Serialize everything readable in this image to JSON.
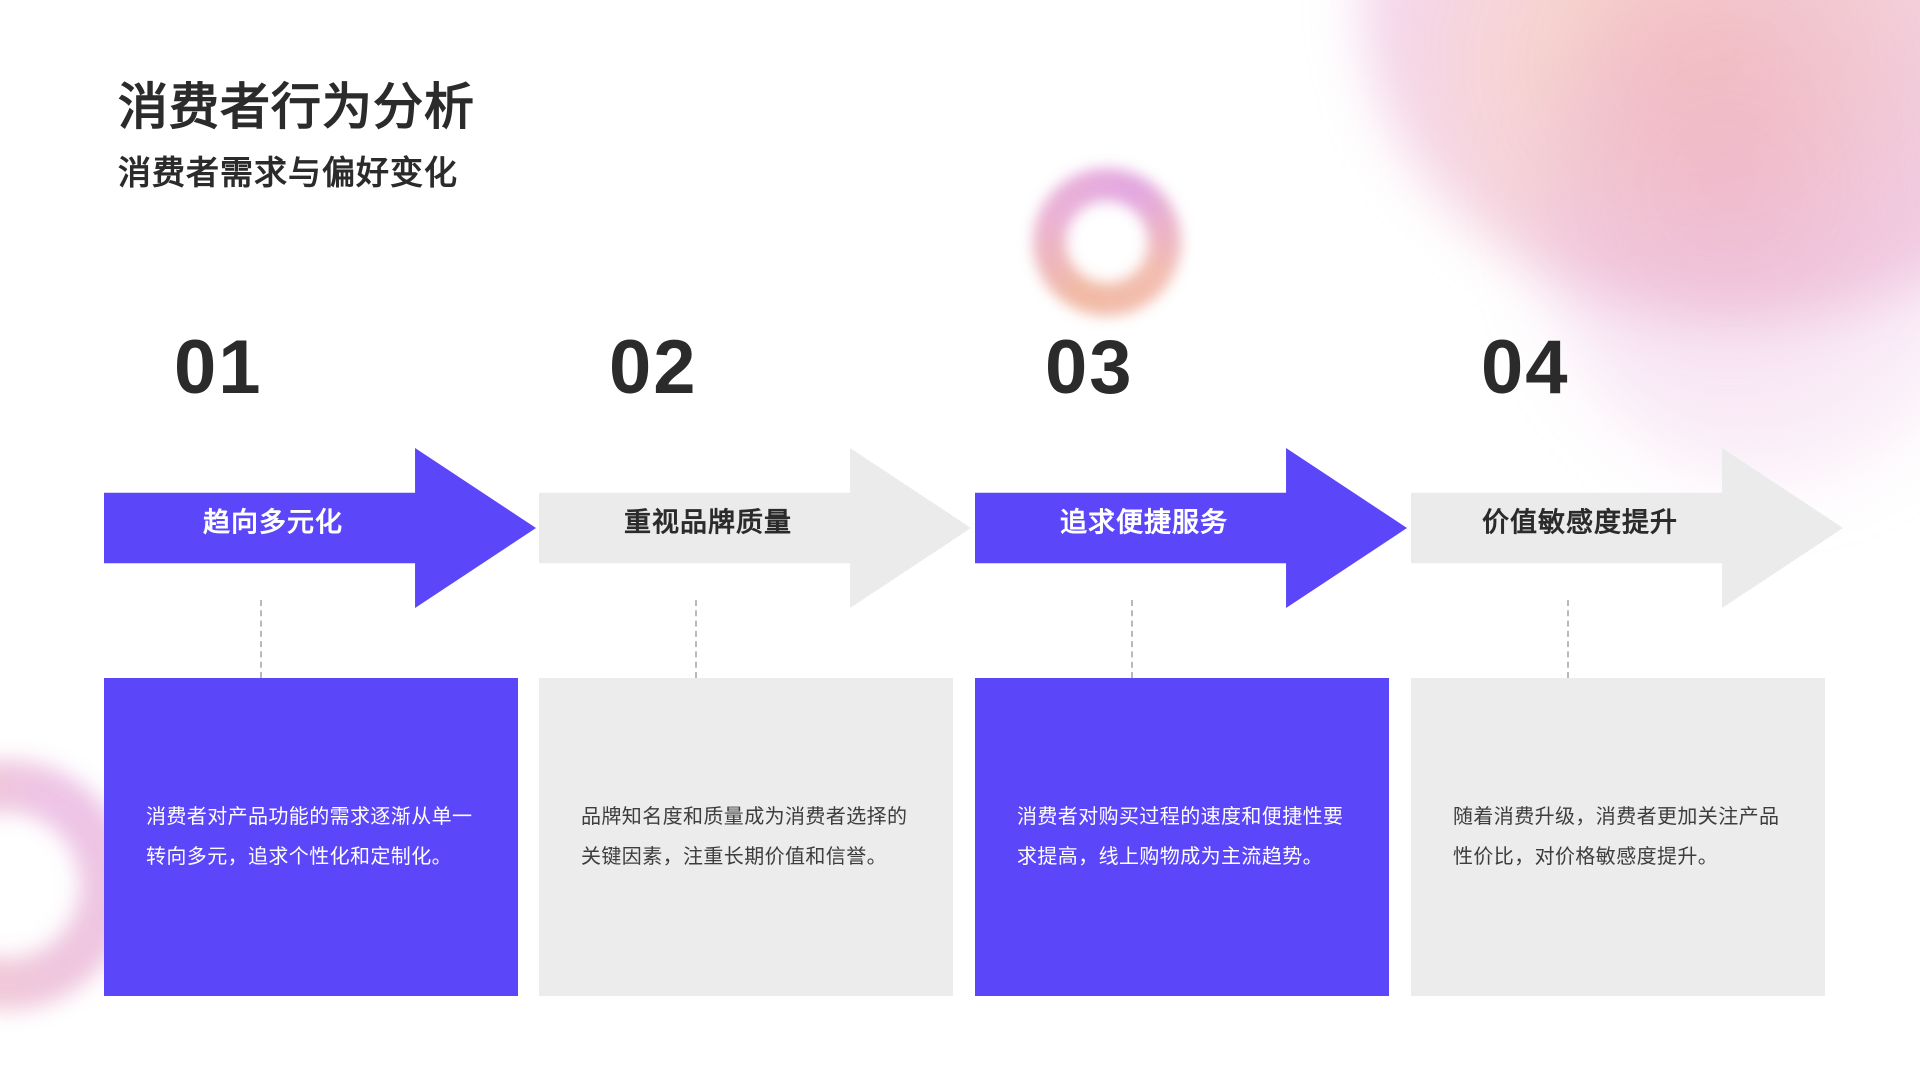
{
  "header": {
    "title": "消费者行为分析",
    "subtitle": "消费者需求与偏好变化"
  },
  "colors": {
    "accent": "#5B46FA",
    "muted": "#ECECEC",
    "arrow_muted": "#EBEBEB",
    "text_dark": "#2B2B2B",
    "text_body": "#3D3D3D",
    "text_on_accent": "#FFFFFF",
    "connector": "#B9B9B9",
    "background": "#FFFFFF"
  },
  "steps": [
    {
      "number": "01",
      "label": "趋向多元化",
      "description": "消费者对产品功能的需求逐渐从单一转向多元，追求个性化和定制化。",
      "style": "accent"
    },
    {
      "number": "02",
      "label": "重视品牌质量",
      "description": "品牌知名度和质量成为消费者选择的关键因素，注重长期价值和信誉。",
      "style": "muted"
    },
    {
      "number": "03",
      "label": "追求便捷服务",
      "description": "消费者对购买过程的速度和便捷性要求提高，线上购物成为主流趋势。",
      "style": "accent"
    },
    {
      "number": "04",
      "label": "价值敏感度提升",
      "description": "随着消费升级，消费者更加关注产品性价比，对价格敏感度提升。",
      "style": "muted"
    }
  ],
  "decorations": [
    {
      "name": "top-right-gradient-blob",
      "colors": [
        "#F3A88C",
        "#E9AAD6"
      ]
    },
    {
      "name": "top-ring",
      "colors": [
        "#EEAC92",
        "#DD96DB"
      ]
    },
    {
      "name": "bottom-left-ring",
      "colors": [
        "#E4A0C8",
        "#F0ACA0"
      ]
    }
  ]
}
